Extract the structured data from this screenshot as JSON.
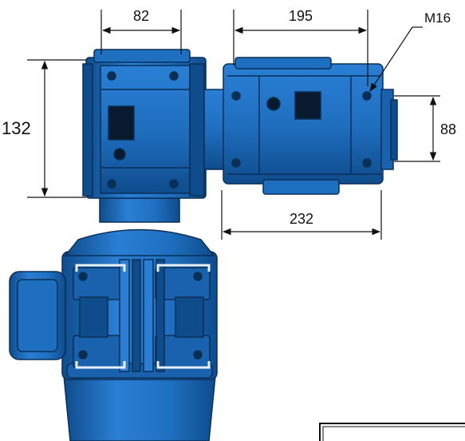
{
  "dimensions": {
    "top_width": "82",
    "gearbox_width": "195",
    "thread": "M16",
    "height": "132",
    "output_height": "88",
    "total_width": "232"
  },
  "colors": {
    "body_blue": "#1f6fc0",
    "dark_blue": "#0f4c8c",
    "light_blue": "#3a8be0",
    "edge": "#0a2f57",
    "dim_line": "#111111"
  }
}
